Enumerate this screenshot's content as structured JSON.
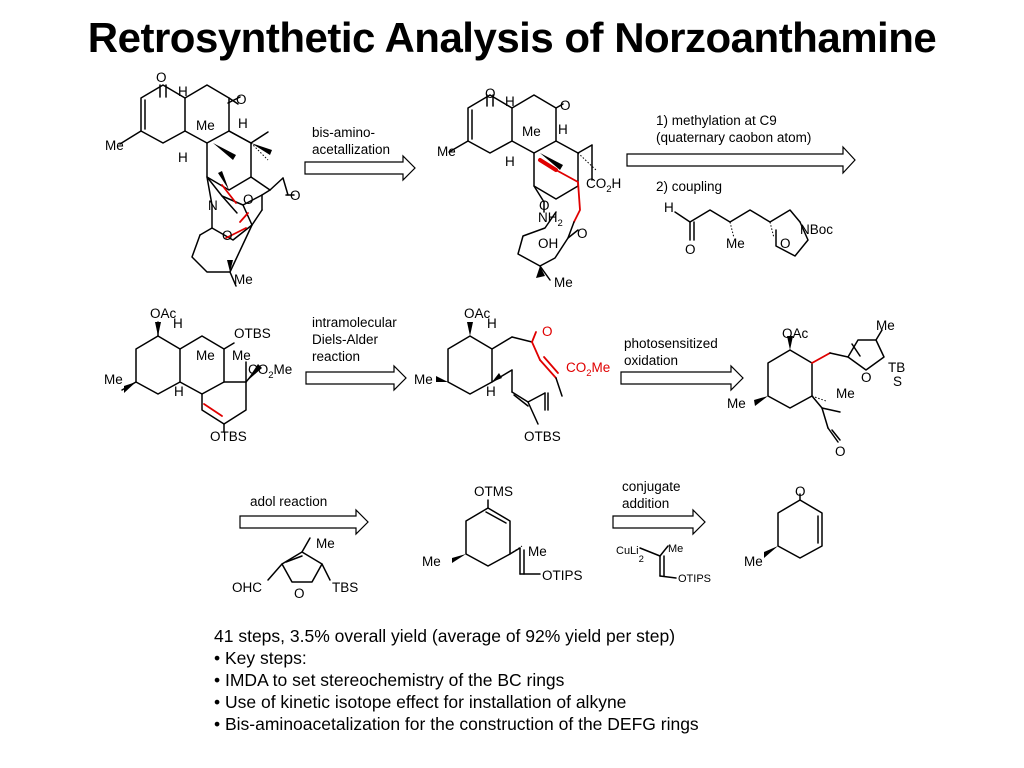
{
  "title": "Retrosynthetic Analysis of Norzoanthamine",
  "colors": {
    "highlight": "#e00000",
    "ink": "#000000"
  },
  "steps": {
    "s1": [
      "bis-amino-",
      "acetallization"
    ],
    "s2": [
      "1) methylation at C9",
      "(quaternary caobon atom)",
      "2) coupling"
    ],
    "s3": [
      "intramolecular",
      "Diels-Alder",
      "reaction"
    ],
    "s4": [
      "photosensitized",
      "oxidation"
    ],
    "s5": [
      "adol reaction"
    ],
    "s6": [
      "conjugate",
      "addition"
    ]
  },
  "atoms": {
    "O": "O",
    "H": "H",
    "Me": "Me",
    "N": "N",
    "NH2": "NH",
    "NH2_sub": "2",
    "OH": "OH",
    "CO2H": "CO",
    "CO2H_sub": "2",
    "CO2H_tail": "H",
    "NBoc": "NBoc",
    "OAc": "OAc",
    "OTBS": "OTBS",
    "CO2Me": "CO",
    "CO2Me_sub": "2",
    "CO2Me_tail": "Me",
    "TB": "TB",
    "S": "S",
    "OTMS": "OTMS",
    "OTIPS": "OTIPS",
    "OHC": "OHC",
    "TBS": "TBS",
    "CuLi": "CuLi",
    "CuLi_sub": "2"
  },
  "summary": [
    "41 steps, 3.5% overall yield (average of 92% yield per step)",
    "• Key steps:",
    "• IMDA to set stereochemistry of the BC rings",
    "• Use of kinetic isotope effect for installation of alkyne",
    "• Bis-aminoacetalization for the construction of the DEFG rings"
  ]
}
